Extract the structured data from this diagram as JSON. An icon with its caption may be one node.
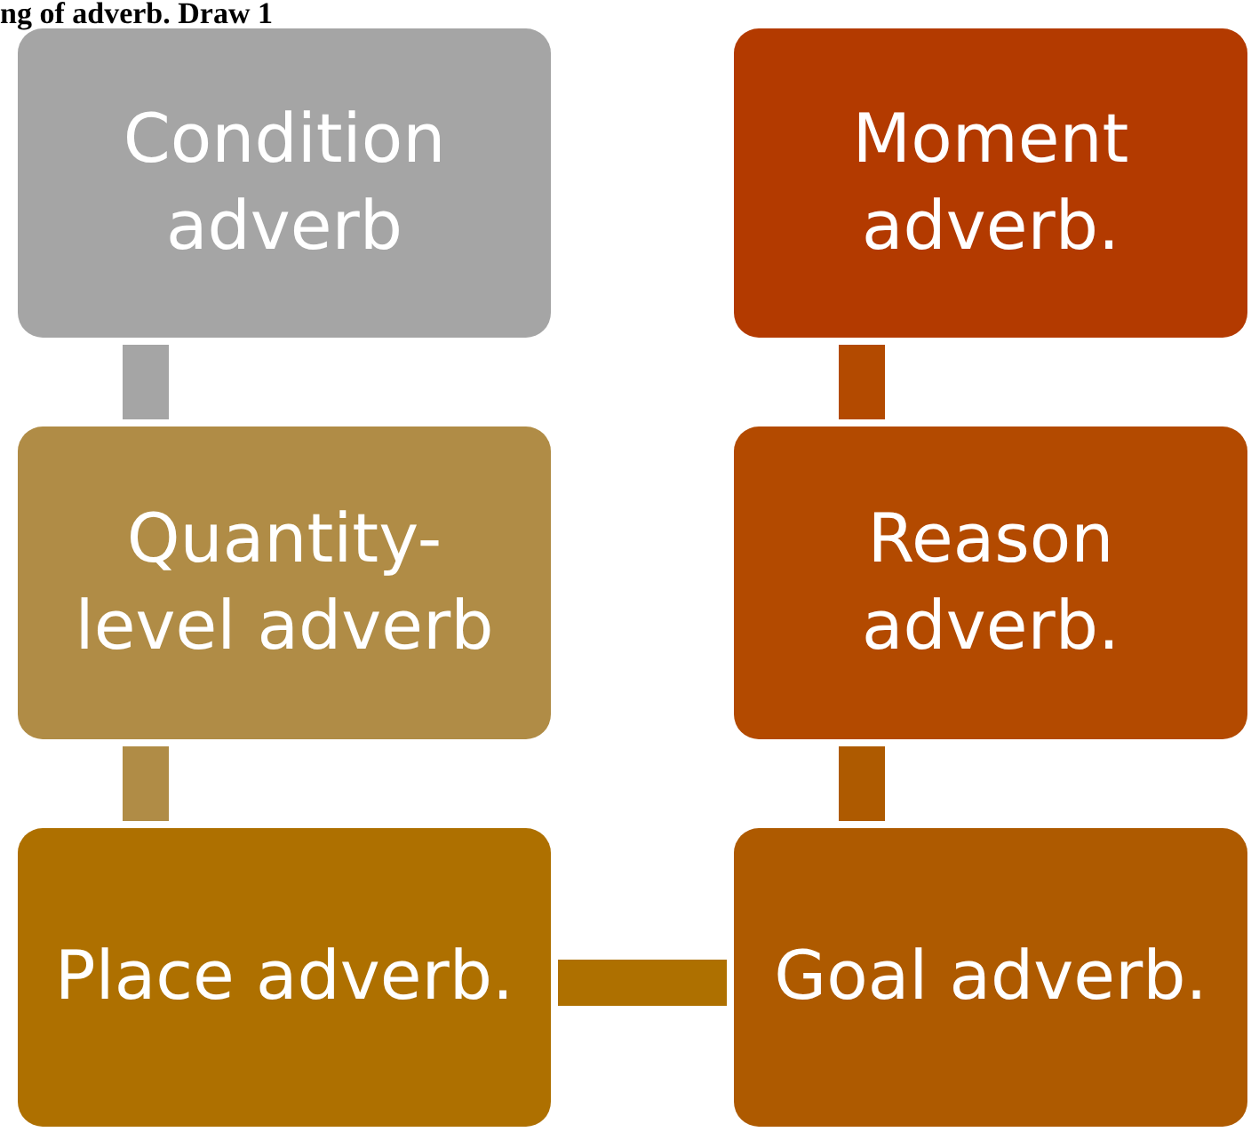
{
  "diagram": {
    "title": "ng of adverb. Draw 1",
    "nodes": [
      {
        "text": [
          "Condition adverb"
        ]
      },
      {
        "text": [
          "Quantity- level adverb"
        ]
      },
      {
        "text": [
          "Place adverb."
        ]
      },
      {
        "text": [
          "Goal adverb."
        ]
      },
      {
        "text": [
          "Reason adverb."
        ]
      },
      {
        "text": [
          "Moment adverb."
        ]
      }
    ],
    "edges": [
      {
        "from": 0,
        "to": 1,
        "arrow": "none",
        "color": "#a5a5a5"
      },
      {
        "from": 1,
        "to": 2,
        "arrow": "none",
        "color": "#b08c46"
      },
      {
        "from": 2,
        "to": 3,
        "arrow": "none",
        "color": "#ae7000"
      },
      {
        "from": 3,
        "to": 4,
        "arrow": "none",
        "color": "#ae5a00"
      },
      {
        "from": 4,
        "to": 5,
        "arrow": "none",
        "color": "#b34a00"
      }
    ]
  }
}
